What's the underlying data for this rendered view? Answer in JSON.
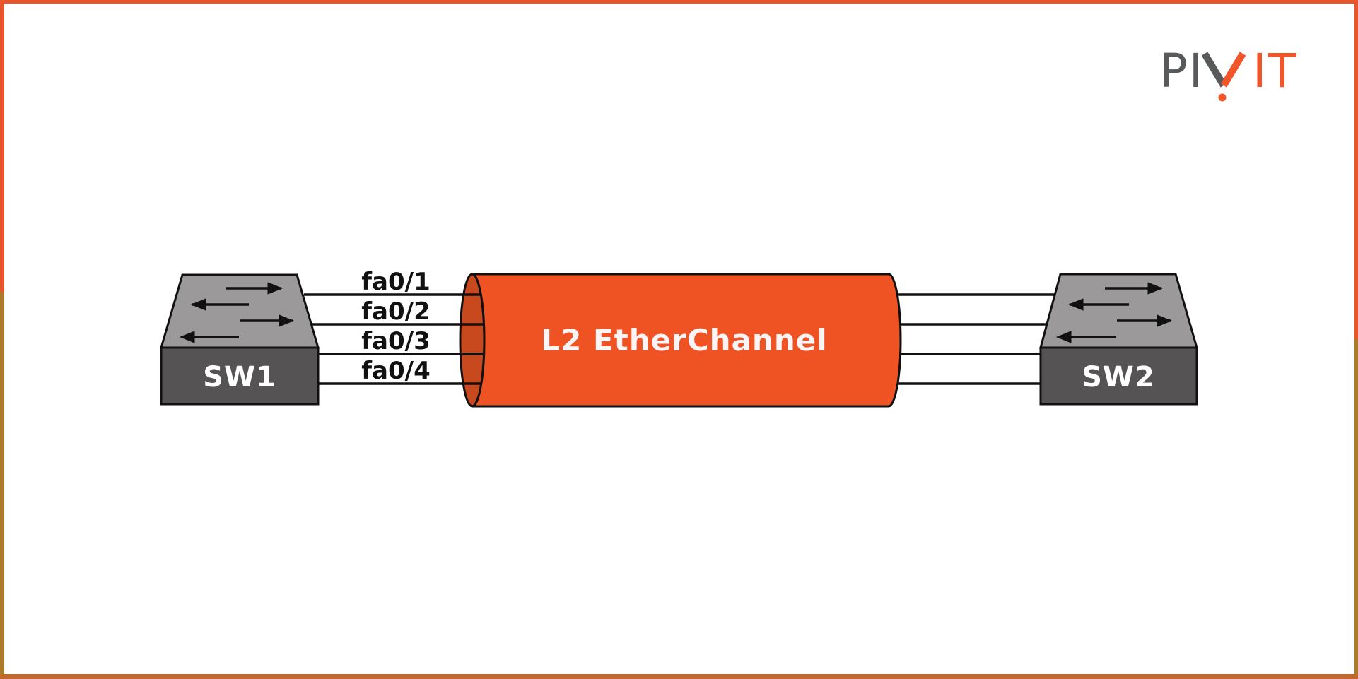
{
  "brand": {
    "name": "PIVIT",
    "part_gray": "PI",
    "part_orange": "IT",
    "gray_color": "#58595B",
    "orange_color": "#F0562A"
  },
  "page": {
    "background": "#FFFFFF",
    "frame_orange": "#E8572B",
    "frame_brown": "#A97B2B",
    "frame_bottom": "#C2672E"
  },
  "diagram": {
    "switch1": {
      "label": "SW1"
    },
    "switch2": {
      "label": "SW2"
    },
    "channel": {
      "label": "L2 EtherChannel",
      "body_fill": "#F05323",
      "cap_fill": "#C9491F",
      "text_color": "#FDF4F6"
    },
    "links": [
      {
        "label": "fa0/1"
      },
      {
        "label": "fa0/2"
      },
      {
        "label": "fa0/3"
      },
      {
        "label": "fa0/4"
      }
    ],
    "switch_top_fill": "#9B999A",
    "switch_front_fill": "#565354",
    "line_color": "#111111"
  }
}
